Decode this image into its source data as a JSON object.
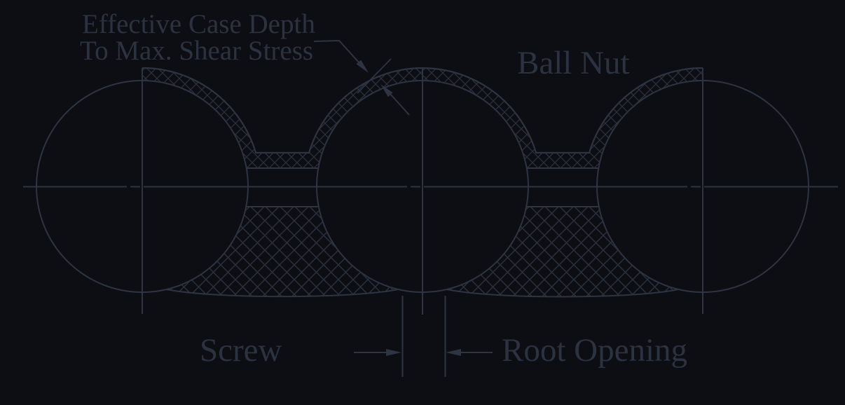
{
  "diagram": {
    "labels": {
      "case_depth_line1": "Effective Case Depth",
      "case_depth_line2": "To Max. Shear Stress",
      "ball_nut": "Ball Nut",
      "screw": "Screw",
      "root_opening": "Root Opening"
    },
    "colors": {
      "background": "#0c0e13",
      "line": "#2e3441",
      "hatch": "#2a303c",
      "text": "#2c323f"
    }
  }
}
